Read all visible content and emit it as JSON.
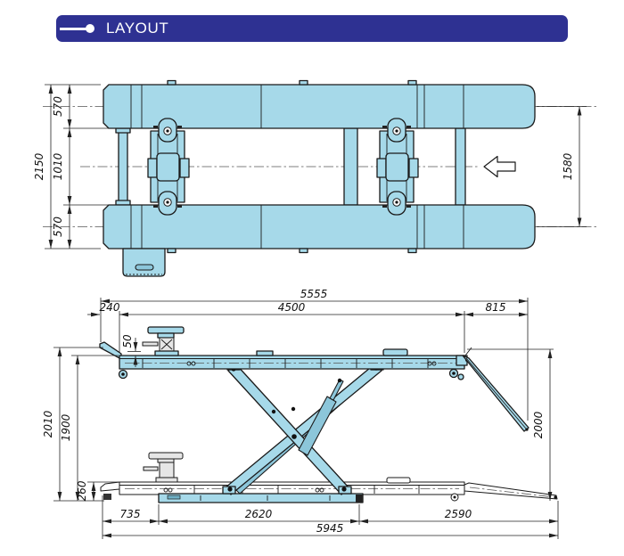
{
  "header": {
    "title": "LAYOUT"
  },
  "colors": {
    "banner_blue": "#2e3192",
    "part_fill_blue": "#a6d9e9",
    "outline": "#1a1a1a",
    "dimension_line": "#222222"
  },
  "dims": {
    "plan": {
      "total_width": "2150",
      "runway_top": "570",
      "inner_clearance": "1010",
      "runway_bottom": "570",
      "track_centers": "1580"
    },
    "side": {
      "overall_length": "5555",
      "platform_length": "4500",
      "front_lip": "240",
      "rear_gap": "815",
      "step": "50",
      "height_overall": "2010",
      "height_platform": "1900",
      "height_min": "260",
      "height_rear": "2000",
      "base_front": "735",
      "base_frame": "2620",
      "base_rear": "2590",
      "footprint": "5945"
    }
  }
}
